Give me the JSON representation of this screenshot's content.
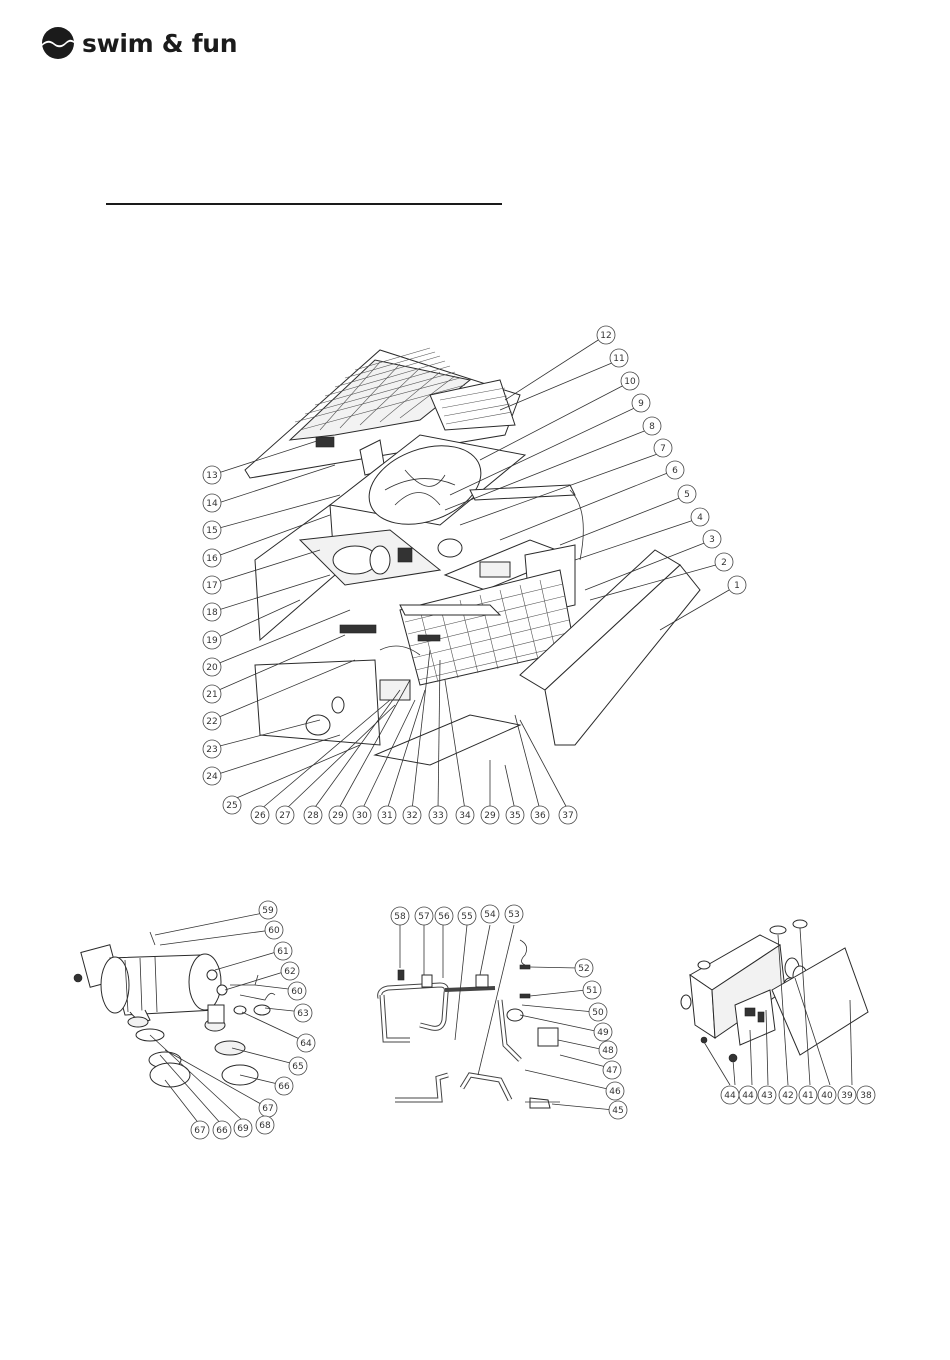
{
  "header": {
    "brand_name": "swim & fun",
    "logo_icon": "swim-and-fun-logo-icon",
    "brand_color": "#1b1b1b"
  },
  "main_diagram": {
    "callouts": [
      "1",
      "2",
      "3",
      "4",
      "5",
      "6",
      "7",
      "8",
      "9",
      "10",
      "11",
      "12",
      "13",
      "14",
      "15",
      "16",
      "17",
      "18",
      "19",
      "20",
      "21",
      "22",
      "23",
      "24",
      "25",
      "26",
      "27",
      "28",
      "29",
      "30",
      "31",
      "32",
      "33",
      "34",
      "29",
      "35",
      "36",
      "37"
    ]
  },
  "heat_exchanger_diagram": {
    "callouts": [
      "59",
      "60",
      "61",
      "62",
      "60",
      "63",
      "64",
      "65",
      "66",
      "67",
      "68",
      "69",
      "66",
      "67"
    ]
  },
  "piping_diagram": {
    "callouts": [
      "58",
      "57",
      "56",
      "55",
      "54",
      "53",
      "52",
      "51",
      "50",
      "49",
      "48",
      "47",
      "46",
      "45"
    ]
  },
  "electrical_box_diagram": {
    "callouts": [
      "44",
      "44",
      "43",
      "42",
      "41",
      "40",
      "39",
      "38"
    ]
  }
}
